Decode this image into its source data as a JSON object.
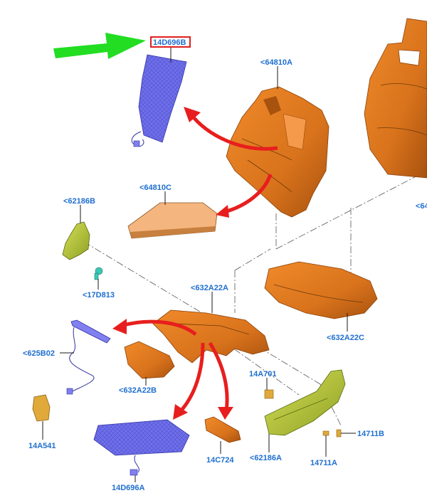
{
  "colors": {
    "label": "#1f6fd0",
    "orange_part": "#d9731c",
    "orange_dark": "#a8520f",
    "foam": "#f4b57f",
    "blue_part": "#6d6ee8",
    "green_part": "#b5c93a",
    "yellow_part": "#e0a93a",
    "highlight_border": "#e02020",
    "arrow_red": "#e81e1e",
    "arrow_green": "#22dd22"
  },
  "labels": {
    "heater_back": "14D696B",
    "back_frame": "<64810A",
    "back_foam": "<64810C",
    "right_seat": "<64",
    "hinge_cover": "<62186B",
    "clip": "<17D813",
    "cushion_frame": "<632A22A",
    "cushion_pad": "<632A22C",
    "harness": "<625B02",
    "side_bolster": "<632A22B",
    "module": "14A541",
    "heater_cushion": "14D696A",
    "control": "14C724",
    "switch": "14A701",
    "side_shield": "<62186A",
    "screw_1": "14711A",
    "screw_2": "14711B"
  }
}
